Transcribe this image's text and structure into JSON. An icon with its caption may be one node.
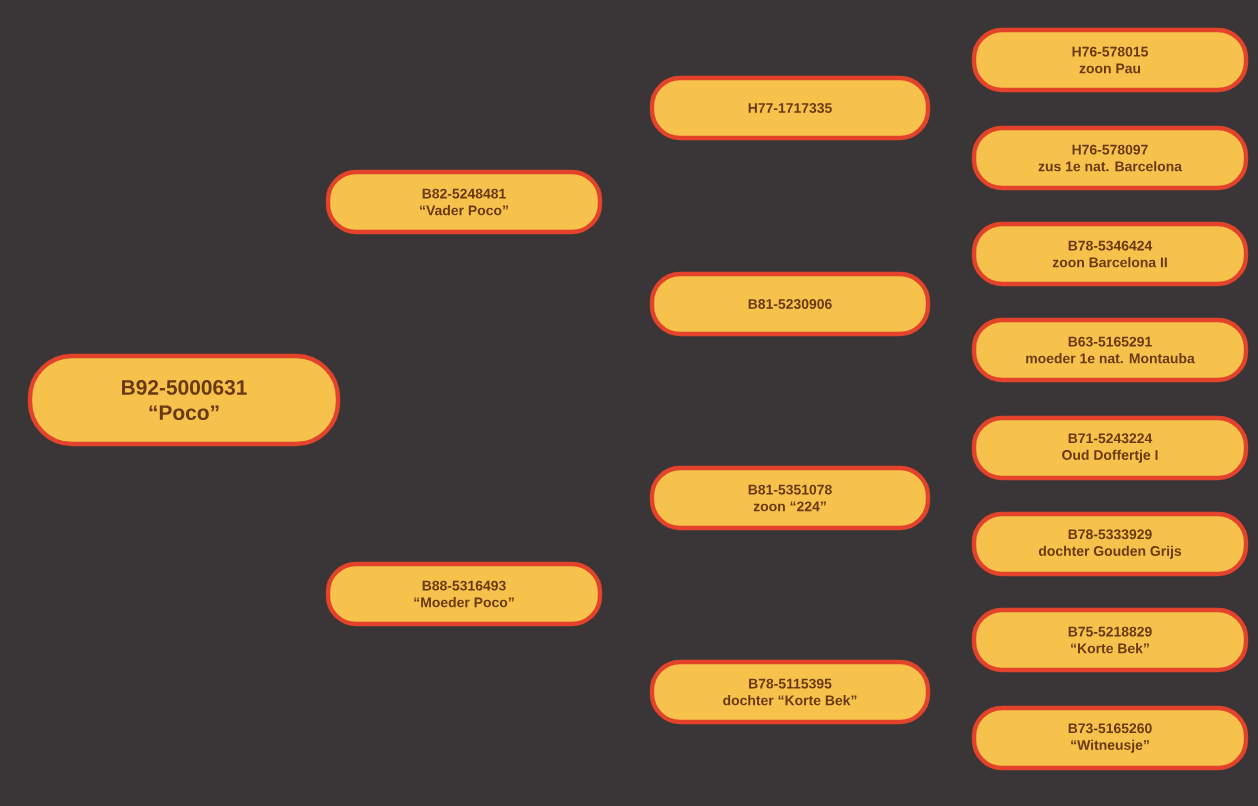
{
  "diagram": {
    "nodes": [
      {
        "text": [
          "B92-5000631",
          "“Poco”"
        ]
      },
      {
        "text": [
          "B82-5248481",
          "“Vader Poco”"
        ]
      },
      {
        "text": [
          "B88-5316493",
          "“Moeder Poco”"
        ]
      },
      {
        "text": [
          "H77-1717335"
        ]
      },
      {
        "text": [
          "B81-5230906"
        ]
      },
      {
        "text": [
          "B81-5351078",
          "zoon “224”"
        ]
      },
      {
        "text": [
          "B78-5115395",
          "dochter “Korte Bek”"
        ]
      },
      {
        "text": [
          "H76-578015",
          "zoon Pau"
        ]
      },
      {
        "text": [
          "H76-578097",
          "zus 1e nat. Barcelona"
        ]
      },
      {
        "text": [
          "B78-5346424",
          "zoon Barcelona II"
        ]
      },
      {
        "text": [
          "B63-5165291",
          "moeder 1e nat. Montauba"
        ]
      },
      {
        "text": [
          "B71-5243224",
          "Oud Doffertje I"
        ]
      },
      {
        "text": [
          "B78-5333929",
          "dochter Gouden Grijs"
        ]
      },
      {
        "text": [
          "B75-5218829",
          "“Korte Bek”"
        ]
      },
      {
        "text": [
          "B73-5165260",
          "“Witneusje”"
        ]
      }
    ]
  }
}
